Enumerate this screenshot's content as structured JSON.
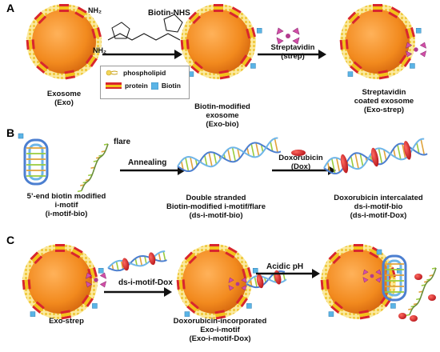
{
  "panels": {
    "a": "A",
    "b": "B",
    "c": "C"
  },
  "panel_a": {
    "exosome_label": [
      "Exosome",
      "(Exo)"
    ],
    "reagent_label": "Biotin-NHS",
    "amine_label_1": "NH₂",
    "amine_label_2": "NH₂",
    "biotin_mod_label": [
      "Biotin-modified",
      "exosome",
      "(Exo-bio)"
    ],
    "streptavidin_label": [
      "Streptavidin",
      "(strep)"
    ],
    "coated_label": [
      "Streptavidin",
      "coated exosome",
      "(Exo-strep)"
    ],
    "legend": {
      "phospholipid": "phospholipid",
      "protein": "protein",
      "biotin": "Biotin"
    }
  },
  "panel_b": {
    "flare_label": "flare",
    "imotif_label": [
      "5’-end biotin modified",
      "i-motif",
      "(i-motif-bio)"
    ],
    "annealing_label": "Annealing",
    "ds_label": [
      "Double stranded",
      "Biotin-modified i-motif/flare",
      "(ds-i-motif-bio)"
    ],
    "dox_label": [
      "Doxorubicin",
      "(Dox)"
    ],
    "intercalated_label": [
      "Doxorubicin intercalated",
      "ds-i-motif-bio",
      "(ds-i-motif-Dox)"
    ]
  },
  "panel_c": {
    "exo_strep_label": "Exo-strep",
    "ds_dox_label": "ds-i-motif-Dox",
    "incorporated_label": [
      "Doxorubicin-incorporated",
      "Exo-i-motif",
      "(Exo-i-motif-Dox)"
    ],
    "acidic_label": "Acidic pH"
  },
  "colors": {
    "exosome_core": "#f28a1e",
    "lipid_head": "#f3d75a",
    "protein_red": "#d9262e",
    "protein_yellow": "#f2c21a",
    "biotin_blue": "#5ab4e6",
    "streptavidin": "#d24fa8",
    "doxorubicin": "#d6262a",
    "dna_blue": "#4c7fd0",
    "dna_green": "#9acb3c"
  }
}
